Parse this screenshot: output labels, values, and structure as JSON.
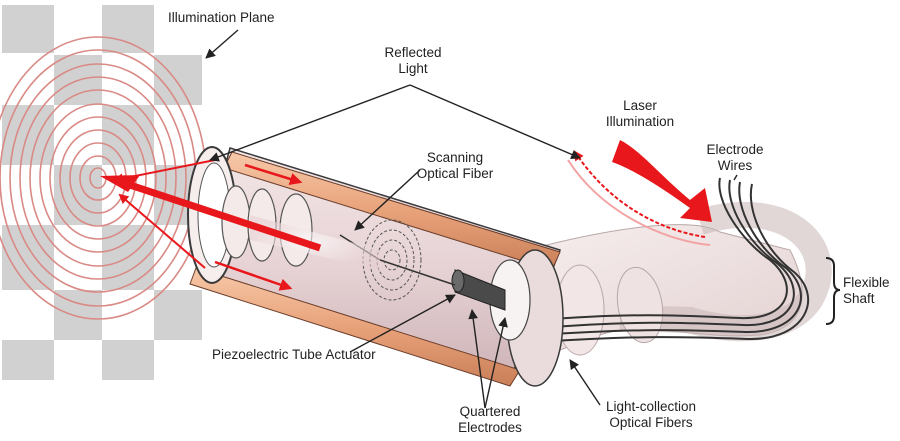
{
  "labels": {
    "illumination_plane": "Illumination Plane",
    "reflected_light": [
      "Reflected",
      "Light"
    ],
    "scanning_fiber": [
      "Scanning",
      "Optical Fiber"
    ],
    "laser_illumination": [
      "Laser",
      "Illumination"
    ],
    "electrode_wires": [
      "Electrode",
      "Wires"
    ],
    "flexible_shaft": [
      "Flexible",
      "Shaft"
    ],
    "piezo_actuator": "Piezoelectric Tube Actuator",
    "quartered_electrodes": [
      "Quartered",
      "Electrodes"
    ],
    "light_collection_fibers": [
      "Light-collection",
      "Optical Fibers"
    ]
  },
  "colors": {
    "laser_red": "#e8171b",
    "fiber_orange": "#e8a27a",
    "plane_gray": "#c9c9c9",
    "ring_red": "#d98a85",
    "outline": "#3a3a3a"
  }
}
